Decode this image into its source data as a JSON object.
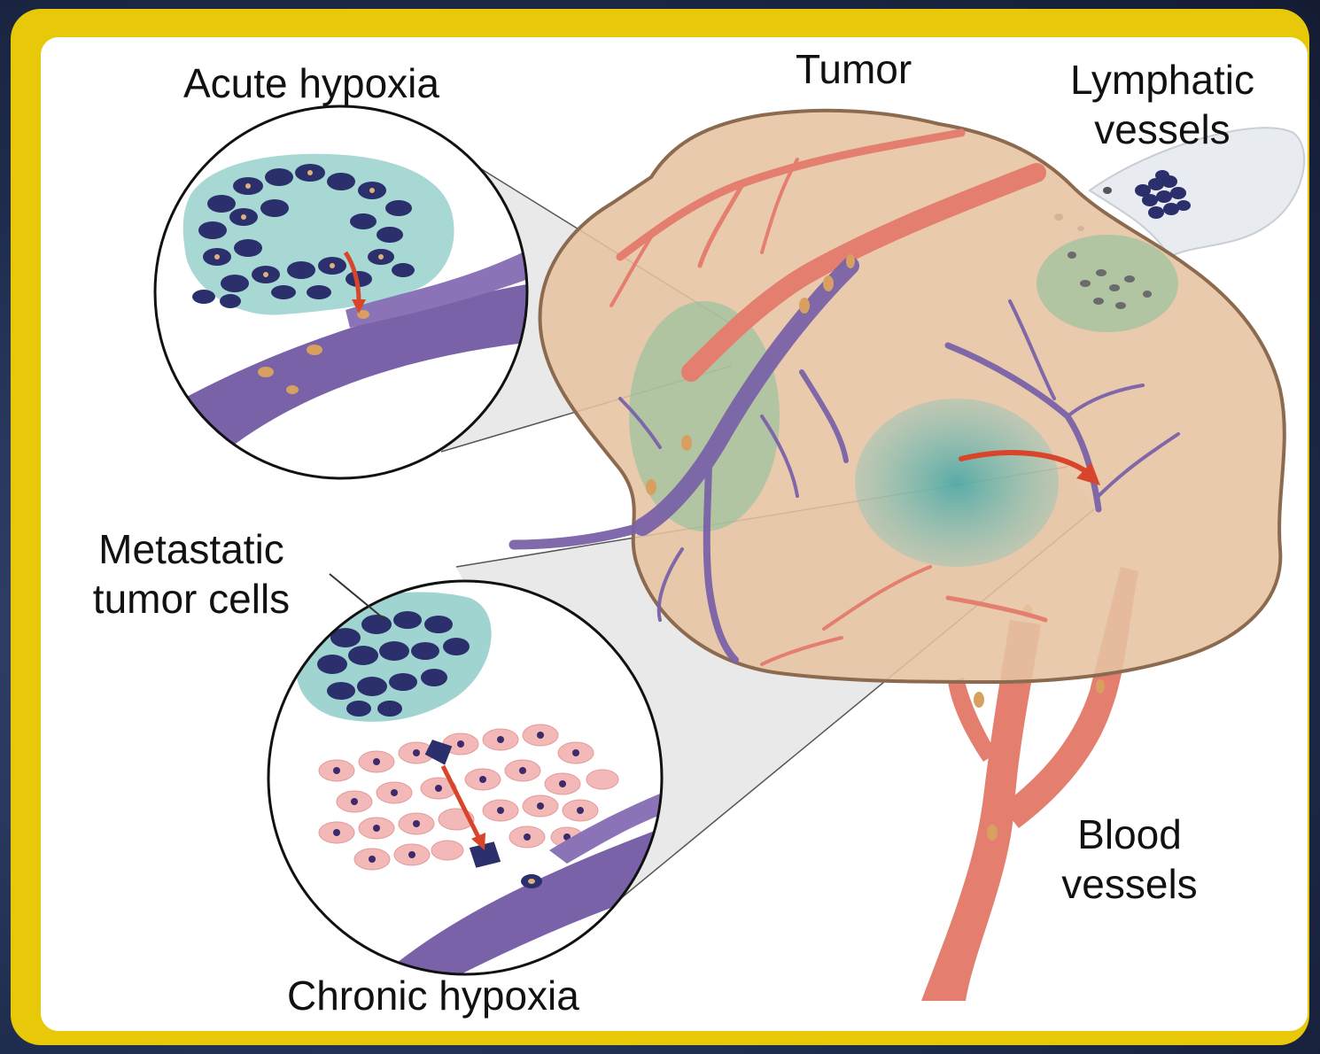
{
  "diagram": {
    "labels": {
      "acute_hypoxia": "Acute hypoxia",
      "tumor": "Tumor",
      "lymphatic_vessels_line1": "Lymphatic",
      "lymphatic_vessels_line2": "vessels",
      "metastatic_line1": "Metastatic",
      "metastatic_line2": "tumor cells",
      "blood_vessels_line1": "Blood",
      "blood_vessels_line2": "vessels",
      "chronic_hypoxia": "Chronic hypoxia"
    },
    "colors": {
      "frame": "#e7c90a",
      "background": "#1f2c4d",
      "panel": "#ffffff",
      "tumor_fill": "#e6c3a2",
      "tumor_outline": "#8c6a4f",
      "artery": "#e47f70",
      "vein": "#7a62a8",
      "hypoxic_zone": "#5fb8b0",
      "tumor_cell": "#2b2f6b",
      "normal_cell": "#f2b9b8",
      "arrow": "#d9452b"
    }
  }
}
